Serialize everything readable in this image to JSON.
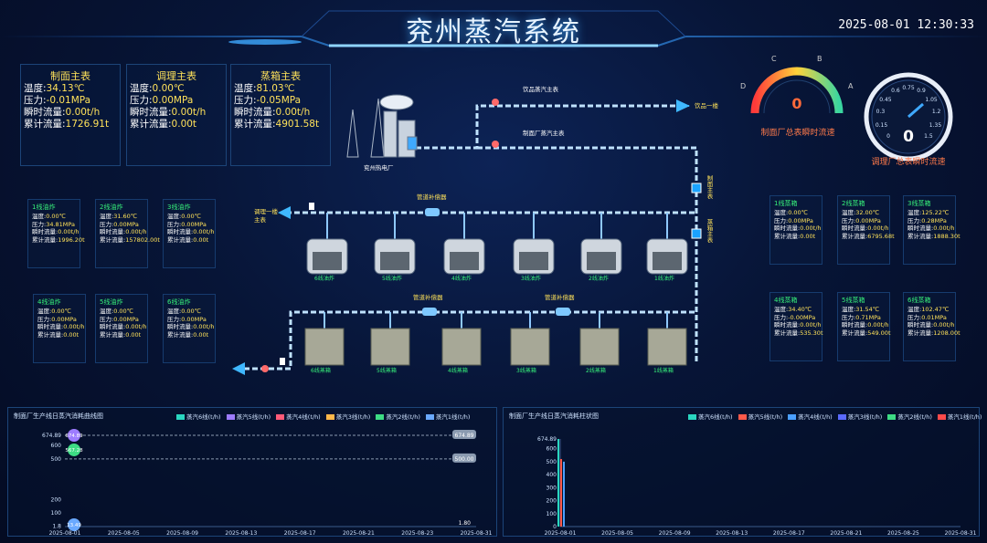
{
  "header": {
    "title": "兖州蒸汽系统",
    "datetime": "2025-08-01 12:30:33"
  },
  "main_panels": [
    {
      "name": "制面主表",
      "temp": "34.13℃",
      "press": "-0.01MPa",
      "flow": "0.00t/h",
      "total": "1726.91t"
    },
    {
      "name": "调理主表",
      "temp": "0.00℃",
      "press": "0.00MPa",
      "flow": "0.00t/h",
      "total": "0.00t"
    },
    {
      "name": "蒸箱主表",
      "temp": "81.03℃",
      "press": "-0.05MPa",
      "flow": "0.00t/h",
      "total": "4901.58t"
    }
  ],
  "labels": {
    "temp": "温度:",
    "press": "压力:",
    "flow": "瞬时流量:",
    "total": "累计流量:"
  },
  "gauges": [
    {
      "value": "0",
      "label": "制面厂总表瞬时流速",
      "letters": [
        "A",
        "B",
        "C",
        "D"
      ]
    },
    {
      "value": "0",
      "label": "调理厂总表瞬时流速",
      "ticks": [
        "0",
        "0.15",
        "0.3",
        "0.45",
        "0.6",
        "0.75",
        "0.9",
        "1.05",
        "1.2",
        "1.35",
        "1.5"
      ]
    }
  ],
  "diagram": {
    "plant": "兖州热电厂",
    "drinks_main": "饮品蒸汽主表",
    "zhimian_main": "制面厂蒸汽主表",
    "drinks_1": "饮品一楼",
    "zhimian_main_v": "制面主表",
    "zhengxiang_main_v": "蒸箱主表",
    "pipe_heater": "管道补偿器",
    "pipe_heater2": "管道补偿器",
    "pipe_heater3": "管道补偿器",
    "tiaoli1": "调理一楼主表",
    "fryers": [
      "6线油炸",
      "5线油炸",
      "4线油炸",
      "3线油炸",
      "2线油炸",
      "1线油炸"
    ],
    "steamers": [
      "6线蒸箱",
      "5线蒸箱",
      "4线蒸箱",
      "3线蒸箱",
      "2线蒸箱",
      "1线蒸箱"
    ]
  },
  "fryer_panels": [
    {
      "name": "1线油炸",
      "temp": "0.00℃",
      "press": "34.81MPa",
      "flow": "0.00t/h",
      "total": "1996.20t"
    },
    {
      "name": "2线油炸",
      "temp": "31.60℃",
      "press": "0.00MPa",
      "flow": "0.00t/h",
      "total": "157802.00t"
    },
    {
      "name": "3线油炸",
      "temp": "0.00℃",
      "press": "0.00MPa",
      "flow": "0.00t/h",
      "total": "0.00t"
    },
    {
      "name": "4线油炸",
      "temp": "0.00℃",
      "press": "0.00MPa",
      "flow": "0.00t/h",
      "total": "0.00t"
    },
    {
      "name": "5线油炸",
      "temp": "0.00℃",
      "press": "0.00MPa",
      "flow": "0.00t/h",
      "total": "0.00t"
    },
    {
      "name": "6线油炸",
      "temp": "0.00℃",
      "press": "0.00MPa",
      "flow": "0.00t/h",
      "total": "0.00t"
    }
  ],
  "steamer_panels": [
    {
      "name": "1线蒸箱",
      "temp": "0.00℃",
      "press": "0.00MPa",
      "flow": "0.00t/h",
      "total": "0.00t"
    },
    {
      "name": "2线蒸箱",
      "temp": "32.00℃",
      "press": "0.00MPa",
      "flow": "0.00t/h",
      "total": "6795.68t"
    },
    {
      "name": "3线蒸箱",
      "temp": "125.22℃",
      "press": "0.28MPa",
      "flow": "0.00t/h",
      "total": "1888.30t"
    },
    {
      "name": "4线蒸箱",
      "temp": "34.40℃",
      "press": "-0.00MPa",
      "flow": "0.00t/h",
      "total": "535.30t"
    },
    {
      "name": "5线蒸箱",
      "temp": "31.54℃",
      "press": "0.71MPa",
      "flow": "0.00t/h",
      "total": "549.00t"
    },
    {
      "name": "6线蒸箱",
      "temp": "102.47℃",
      "press": "0.01MPa",
      "flow": "0.00t/h",
      "total": "1208.00t"
    }
  ],
  "chart_data": [
    {
      "type": "line",
      "title": "制面厂生产线日蒸汽消耗曲线图",
      "legend": [
        "蒸汽6线(t/h)",
        "蒸汽5线(t/h)",
        "蒸汽4线(t/h)",
        "蒸汽3线(t/h)",
        "蒸汽2线(t/h)",
        "蒸汽1线(t/h)"
      ],
      "colors": [
        "#2ad6c0",
        "#9d7cff",
        "#ff5a78",
        "#ffb84a",
        "#3ddc84",
        "#6aa9ff"
      ],
      "yticks": [
        "674.89",
        "600",
        "500",
        "200",
        "100",
        "1.8"
      ],
      "ytick_values": [
        674.89,
        600,
        500,
        200,
        100,
        1.8
      ],
      "x": [
        "2025-08-01",
        "2025-08-05",
        "2025-08-09",
        "2025-08-13",
        "2025-08-17",
        "2025-08-21",
        "2025-08-23",
        "2025-08-31"
      ],
      "markers": [
        {
          "label": "674.89",
          "value": 674.89
        },
        {
          "label": "567.28",
          "value": 567.28
        },
        {
          "label": "13.49",
          "value": 13.49
        }
      ],
      "ref_lines": [
        {
          "label": "674.89",
          "value": 674.89
        },
        {
          "label": "500.00",
          "value": 500
        }
      ],
      "end_label": "1.80"
    },
    {
      "type": "bar",
      "title": "制面厂生产线日蒸汽消耗柱状图",
      "legend": [
        "蒸汽6线(t/h)",
        "蒸汽5线(t/h)",
        "蒸汽4线(t/h)",
        "蒸汽3线(t/h)",
        "蒸汽2线(t/h)",
        "蒸汽1线(t/h)"
      ],
      "colors": [
        "#2ad6c0",
        "#ff5a4a",
        "#4a9fff",
        "#5a6aff",
        "#3ddc84",
        "#ff4a4a"
      ],
      "yticks": [
        "674.89",
        "600",
        "500",
        "400",
        "300",
        "200",
        "100",
        "0"
      ],
      "ytick_values": [
        674.89,
        600,
        500,
        400,
        300,
        200,
        100,
        0
      ],
      "x": [
        "2025-08-01",
        "2025-08-05",
        "2025-08-09",
        "2025-08-13",
        "2025-08-17",
        "2025-08-21",
        "2025-08-25",
        "2025-08-31"
      ],
      "values": [
        {
          "x": "2025-08-01",
          "v": [
            674.89,
            520,
            500
          ]
        }
      ]
    }
  ]
}
